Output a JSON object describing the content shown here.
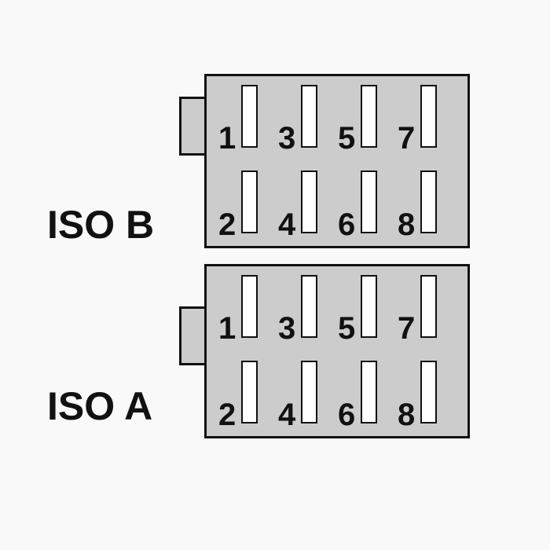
{
  "connectors": [
    {
      "id": "b",
      "label": "ISO B",
      "pins_top": [
        "1",
        "3",
        "5",
        "7"
      ],
      "pins_bottom": [
        "2",
        "4",
        "6",
        "8"
      ]
    },
    {
      "id": "a",
      "label": "ISO A",
      "pins_top": [
        "1",
        "3",
        "5",
        "7"
      ],
      "pins_bottom": [
        "2",
        "4",
        "6",
        "8"
      ]
    }
  ],
  "colors": {
    "housing": "#cccccc",
    "outline": "#111111",
    "pin_slot": "#ffffff",
    "background": "#f9f9f9"
  }
}
